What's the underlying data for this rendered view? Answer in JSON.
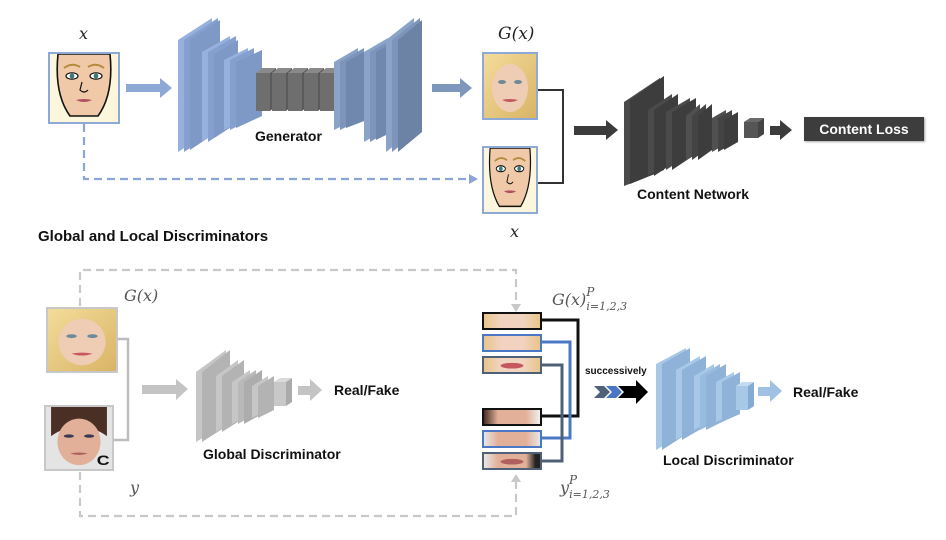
{
  "generator": {
    "input_label": "x",
    "output_label": "G(x)",
    "network_label": "Generator",
    "skip_input_label": "x"
  },
  "content": {
    "network_label": "Content Network",
    "loss_label": "Content Loss"
  },
  "discriminators": {
    "section_title": "Global and Local Discriminators",
    "global": {
      "fake_label": "G(x)",
      "real_label": "y",
      "network_label": "Global Discriminator",
      "output_label": "Real/Fake"
    },
    "local": {
      "fake_patches_label": "G(x)",
      "fake_patches_sup": "P",
      "fake_patches_sub": "i=1,2,3",
      "real_patches_label": "y",
      "real_patches_sup": "P",
      "real_patches_sub": "i=1,2,3",
      "order_label": "successively",
      "network_label": "Local Discriminator",
      "output_label": "Real/Fake"
    }
  },
  "colors": {
    "generator_blue": "#8fa9d6",
    "generator_dark_blue": "#7088ad",
    "bottleneck_gray": "#6b6b6b",
    "content_dark": "#3f3f3f",
    "global_gray": "#b9b9b9",
    "local_blue": "#9fc1e3",
    "dashed_blue": "#8aa6d6",
    "dashed_gray": "#c8c8c8",
    "patch_black": "#111111",
    "patch_blue": "#4a78c4",
    "patch_slate": "#4f6178"
  }
}
